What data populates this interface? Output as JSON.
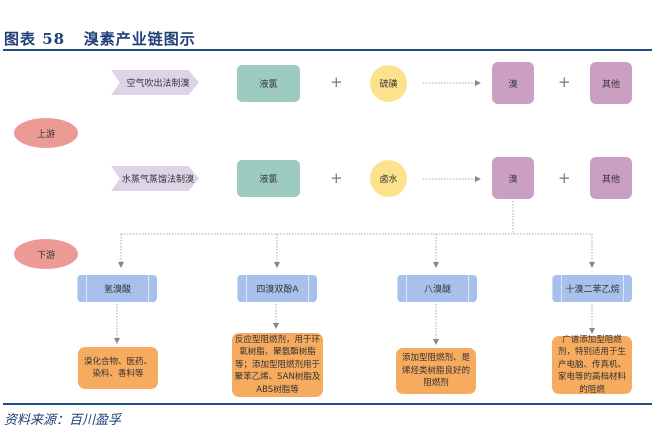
{
  "header": {
    "title": "图表 58   溴素产业链图示"
  },
  "footer": {
    "source": "资料来源：百川盈孚"
  },
  "stages": {
    "upstream": "上游",
    "downstream": "下游"
  },
  "upstream_rows": [
    {
      "method": "空气吹出法制溴",
      "input_a": "液氯",
      "input_b": "硫磺",
      "output_a": "溴",
      "output_b": "其他"
    },
    {
      "method": "水蒸气蒸馏法制溴",
      "input_a": "液氯",
      "input_b": "卤水",
      "output_a": "溴",
      "output_b": "其他"
    }
  ],
  "operators": {
    "plus": "+"
  },
  "downstream_products": [
    {
      "name": "氢溴酸",
      "use": "溴化合物、医药、染料、香料等"
    },
    {
      "name": "四溴双酚A",
      "use": "反应型阻燃剂，用于环氧树脂、聚氨酯树脂等；添加型阻燃剂用于聚苯乙烯、SAN树脂及ABS树脂等"
    },
    {
      "name": "八溴醚",
      "use": "添加型阻燃剂、是烯烃类树脂良好的阻燃剂"
    },
    {
      "name": "十溴二苯乙烷",
      "use": "广谱添加型阻燃剂，特别适用于生产电脑、传真机、家电等的高档材料的阻燃"
    }
  ],
  "colors": {
    "title": "#1f3f7a",
    "rule": "#1f4e84",
    "stage": "#ec9a96",
    "method": "#ddd4e8",
    "input_a": "#9ecbc0",
    "input_b": "#fde28e",
    "output": "#cb9fc1",
    "product": "#a8c0ec",
    "use": "#f7ab5f"
  }
}
